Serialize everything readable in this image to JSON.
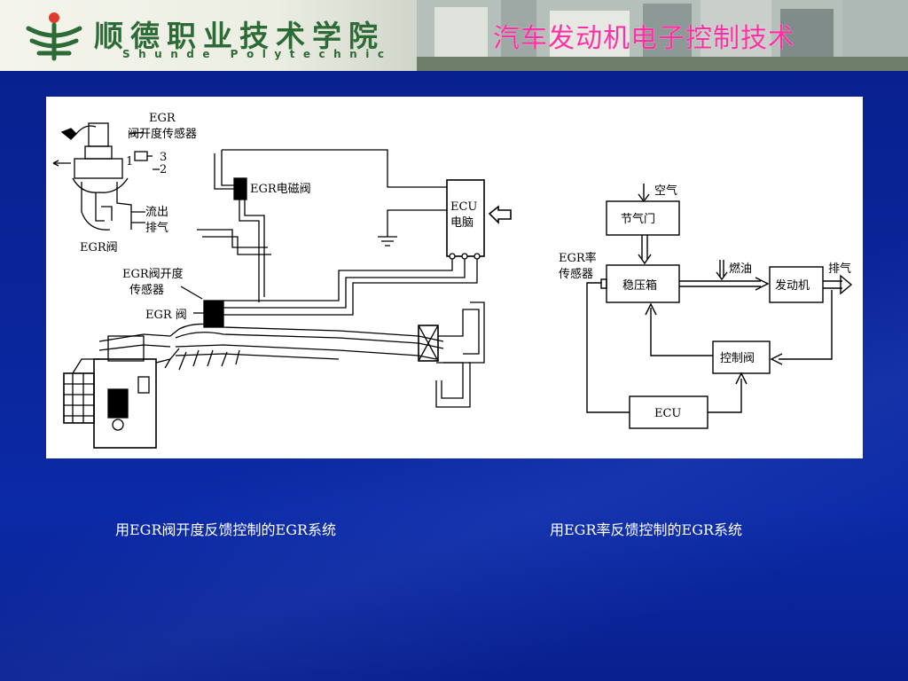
{
  "header": {
    "school_cn": "顺德职业技术学院",
    "school_en": "Shunde Polytechnic",
    "course_title": "汽车发动机电子控制技术"
  },
  "left_diagram": {
    "labels": {
      "egr_top": "EGR",
      "valve_sensor_top": "阀开度传感器",
      "pin1": "1",
      "pin2": "2",
      "pin3": "3",
      "outflow": "流出",
      "exhaust": "排气",
      "egr_valve_small": "EGR阀",
      "solenoid": "EGR电磁阀",
      "ecu": "ECU",
      "ecu_cn": "电脑",
      "sensor_line1": "EGR阀开度",
      "sensor_line2": "传感器",
      "egr_valve_main": "EGR 阀"
    },
    "caption": "用EGR阀开度反馈控制的EGR系统"
  },
  "right_diagram": {
    "labels": {
      "air": "空气",
      "throttle": "节气门",
      "egr_rate_line1": "EGR率",
      "egr_rate_line2": "传感器",
      "surge_tank": "稳压箱",
      "fuel": "燃油",
      "engine": "发动机",
      "exhaust": "排气",
      "control_valve": "控制阀",
      "ecu": "ECU"
    },
    "caption": "用EGR率反馈控制的EGR系统"
  }
}
